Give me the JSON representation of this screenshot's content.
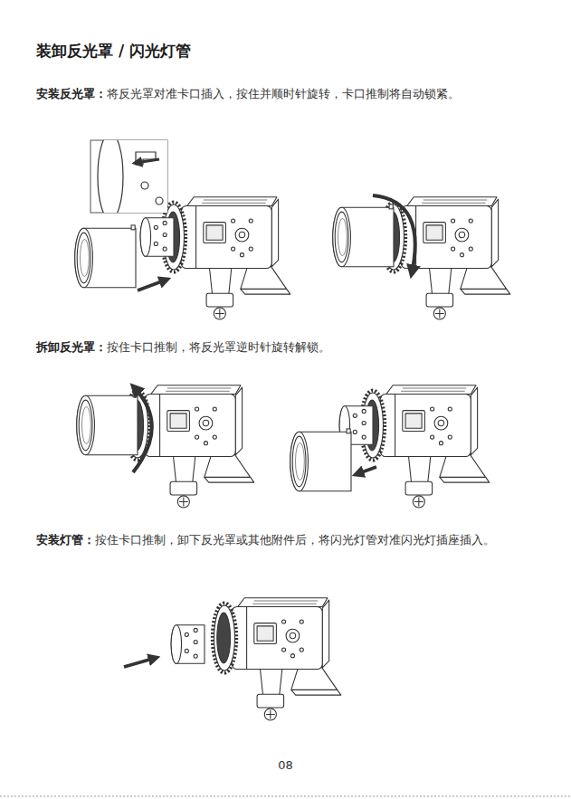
{
  "diagram": {
    "title": "装卸反光罩 / 闪光灯管",
    "labels": [
      "安装反光罩：",
      "将反光罩对准卡口插入，按住并顺时针旋转，卡口推制将自动锁紧。",
      "拆卸反光罩：",
      "按住卡口推制，将反光罩逆时针旋转解锁。",
      "安装灯管：",
      "按住卡口推制，卸下反光罩或其他附件后，将闪光灯管对准闪光灯插座插入。",
      "08"
    ]
  }
}
